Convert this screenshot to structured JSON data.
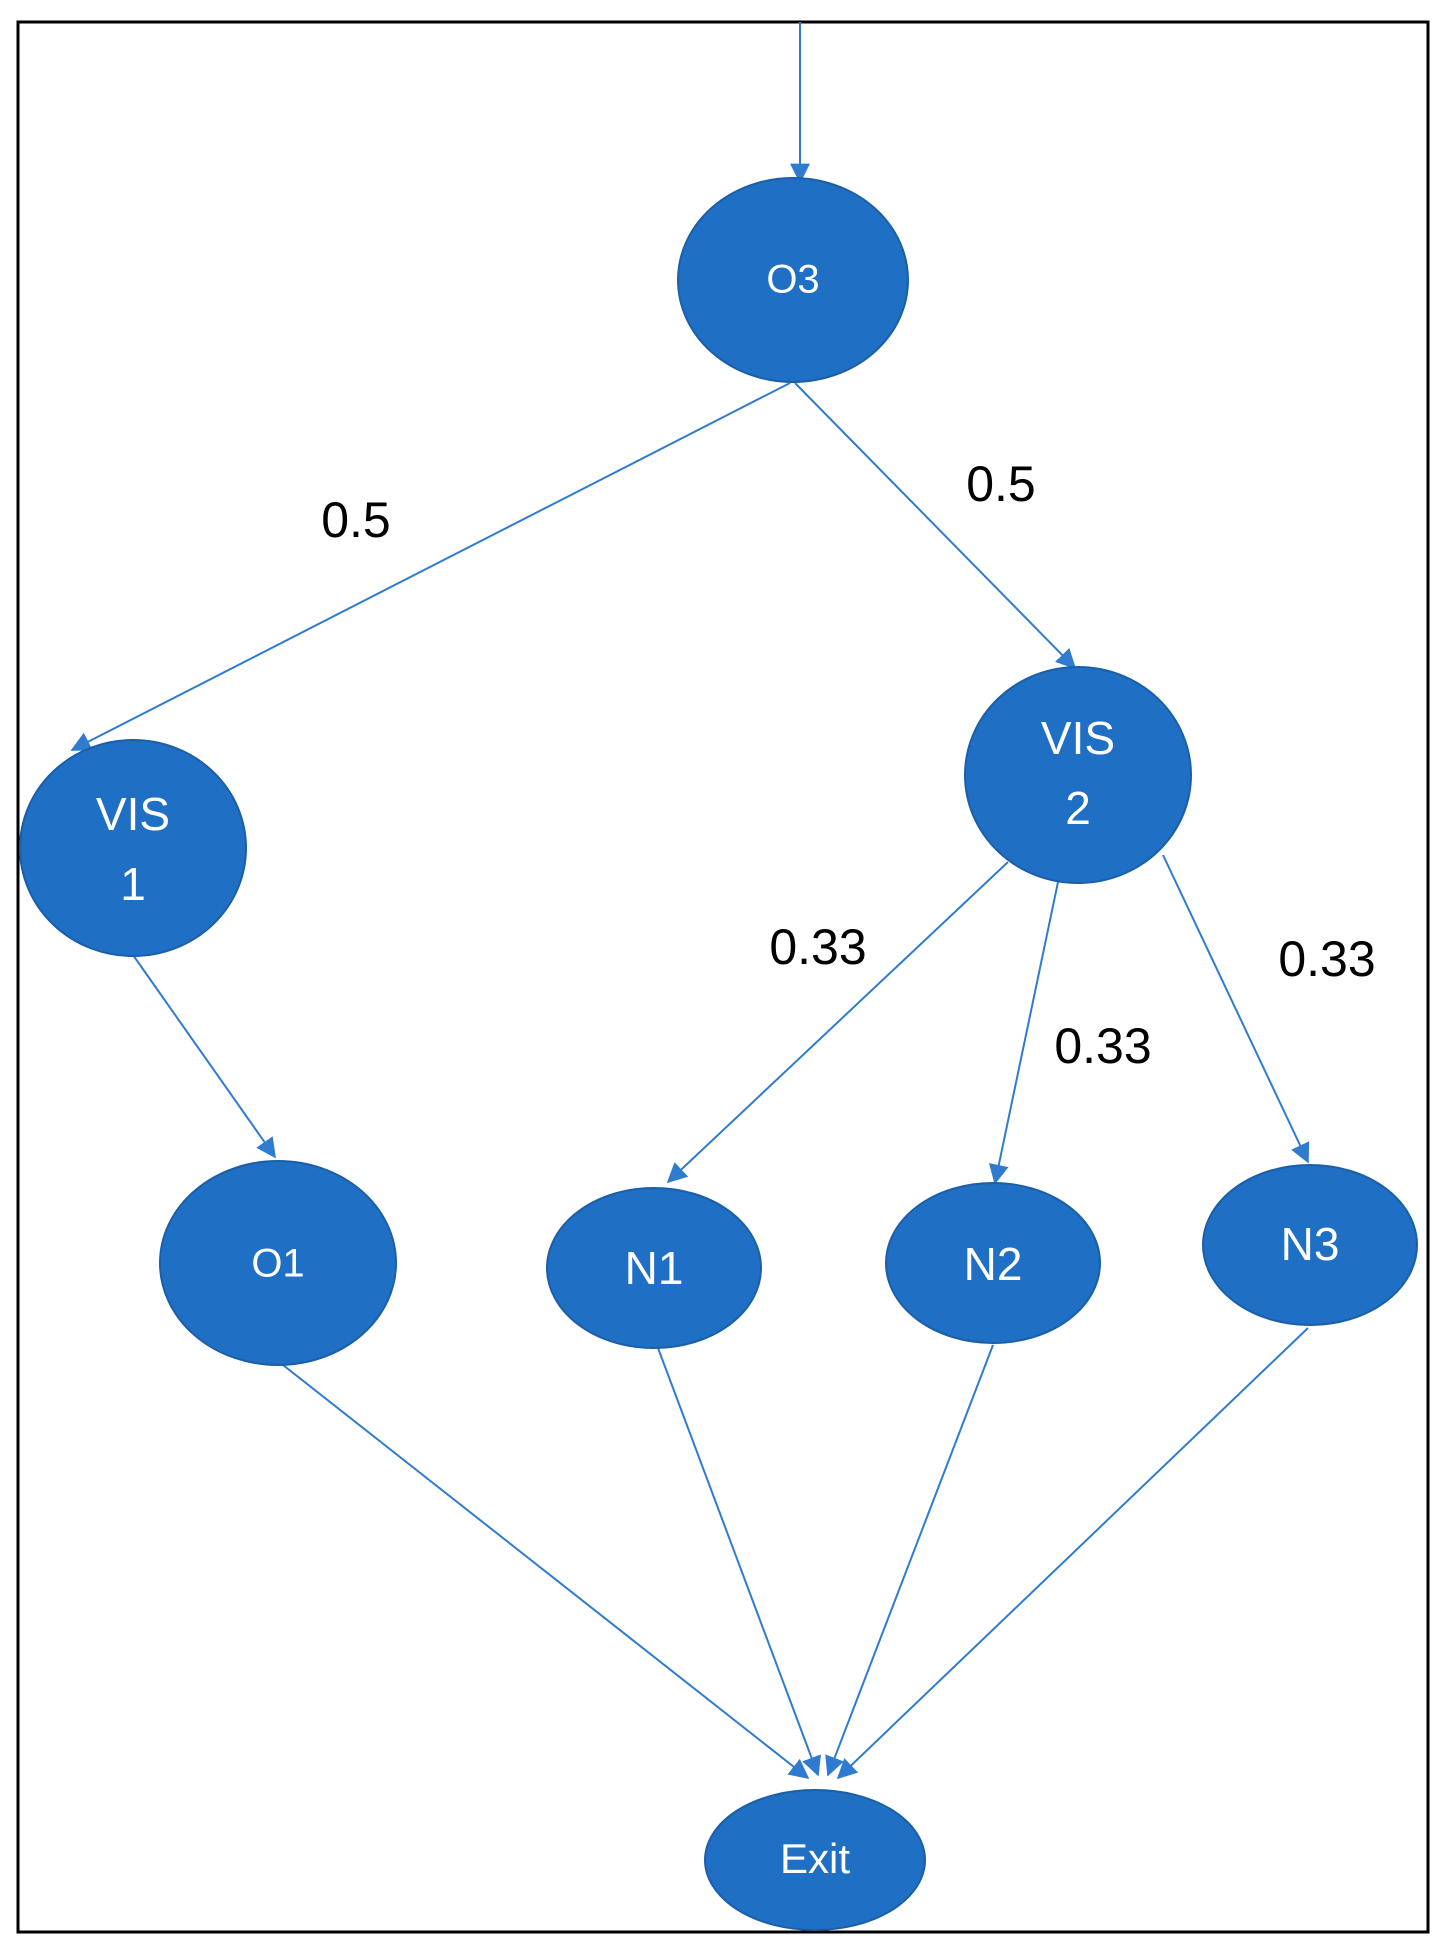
{
  "diagram": {
    "accent_color": "#1f6fc5",
    "edge_color": "#2f7bd0",
    "nodes": {
      "o3": {
        "label": "O3"
      },
      "vis1": {
        "line1": "VIS",
        "line2": "1"
      },
      "vis2": {
        "line1": "VIS",
        "line2": "2"
      },
      "o1": {
        "label": "O1"
      },
      "n1": {
        "label": "N1"
      },
      "n2": {
        "label": "N2"
      },
      "n3": {
        "label": "N3"
      },
      "exit": {
        "label": "Exit"
      }
    },
    "edge_labels": {
      "o3_vis1": "0.5",
      "o3_vis2": "0.5",
      "vis2_n1": "0.33",
      "vis2_n2": "0.33",
      "vis2_n3": "0.33"
    }
  }
}
